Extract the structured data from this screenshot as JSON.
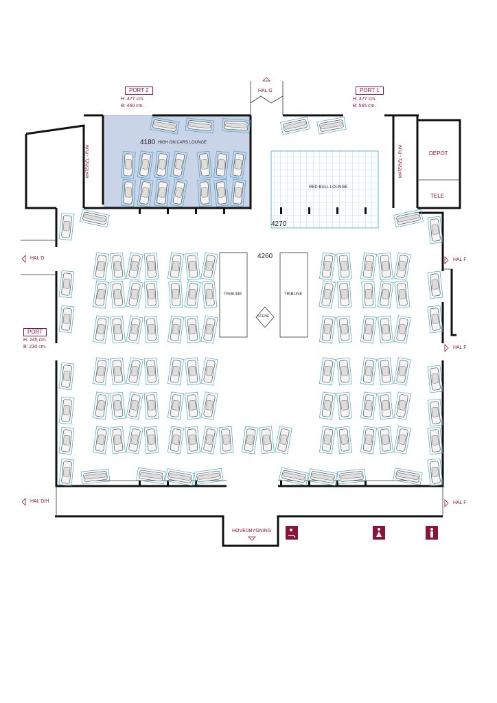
{
  "labels": {
    "port2": "PORT 2",
    "port2_h": "H: 477 cm.",
    "port2_b": "B: 460 cm.",
    "port1": "PORT 1",
    "port1_h": "H: 477 cm.",
    "port1_b": "B: 565 cm.",
    "port": "PORT",
    "port_h": "H: 245 cm.",
    "port_b": "B: 230 cm.",
    "hal_g": "HAL G",
    "hal_d": "HAL D",
    "hal_f_1": "HAL F",
    "hal_f_2": "HAL F",
    "hal_f_3": "HAL F",
    "hal_dh": "HAL D/H",
    "hovedbygning": "HOVEDBYGNING",
    "depot": "DEPOT",
    "tele": "TELE",
    "materiel_left": "MATERIEL - RUM",
    "materiel_right": "MATERIEL - RUM",
    "lounge_num": "4180",
    "lounge_name": "HIGH ON CARS LOUNGE",
    "redbull_num": "4270",
    "redbull_name": "RED BULL LOUNGE",
    "hall_num": "4260",
    "tribune_left": "TRIBUNE",
    "tribune_right": "TRIBUNE",
    "scene": "SCENE"
  },
  "colors": {
    "accent": "#8a1538",
    "grid": "#3aa6c9",
    "lounge_fill": "#c9d4e8",
    "wall": "#111111"
  },
  "icons": [
    "accessible-toilet-icon",
    "female-toilet-icon",
    "male-toilet-icon"
  ]
}
